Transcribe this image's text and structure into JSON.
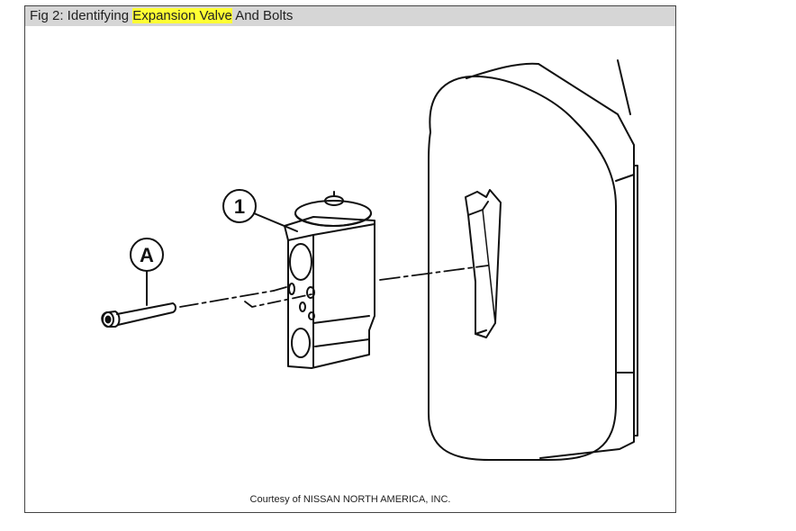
{
  "caption": {
    "prefix": "Fig 2: Identifying ",
    "highlight": "Expansion Valve",
    "suffix": " And Bolts",
    "highlight_color": "#ffff33",
    "bar_color": "#d6d6d6"
  },
  "callouts": {
    "valve": "1",
    "bolt": "A"
  },
  "courtesy": "Courtesy of NISSAN NORTH AMERICA, INC."
}
